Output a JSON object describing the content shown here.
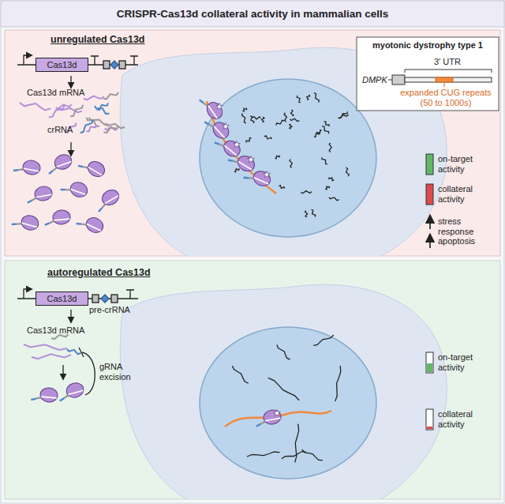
{
  "diagram": {
    "title": "CRISPR-Cas13d collateral activity in mammalian cells",
    "nodes": [
      {
        "text": [
          "unregulated Cas13d"
        ]
      },
      {
        "text": [
          "Cas13d"
        ],
        "in": 0
      },
      {
        "text": [
          "myotonic dystrophy type 1"
        ],
        "in": 0
      },
      {
        "text": [
          "autoregulated Cas13d"
        ]
      },
      {
        "text": [
          "Cas13d"
        ],
        "in": 3
      }
    ],
    "labels": [
      "Cas13d mRNA",
      "crRNA",
      "DMPK",
      "3′ UTR",
      "expanded CUG repeats (50 to 1000s)",
      "on-target activity",
      "collateral activity",
      "stress response",
      "apoptosis",
      "pre-crRNA",
      "Cas13d mRNA",
      "gRNA excision",
      "on-target activity",
      "collateral activity"
    ]
  }
}
